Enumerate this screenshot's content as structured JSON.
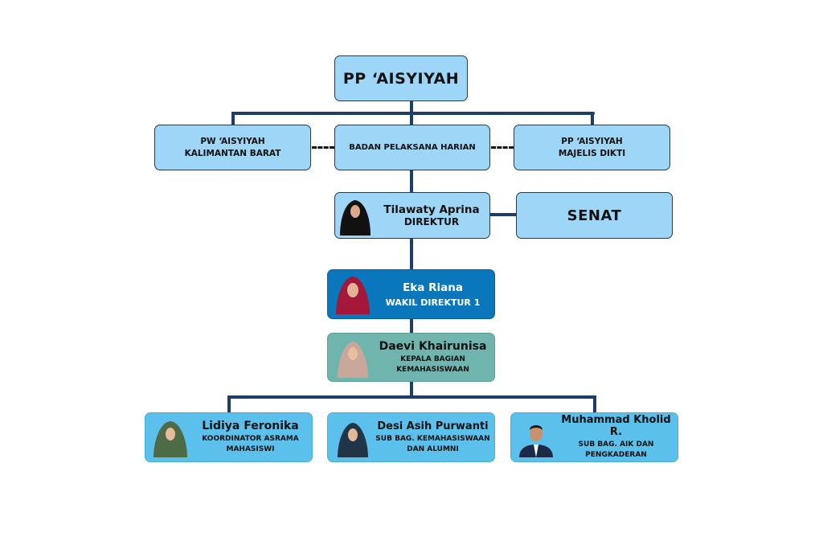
{
  "root": {
    "label": "PP ‘AISYIYAH"
  },
  "level2": [
    {
      "line1": "PW ‘AISYIYAH",
      "line2": "KALIMANTAN BARAT"
    },
    {
      "line1": "BADAN PELAKSANA HARIAN"
    },
    {
      "line1": "PP ‘AISYIYAH",
      "line2": "MAJELIS DIKTI"
    }
  ],
  "director": {
    "name": "Tilawaty Aprina",
    "role": "DIREKTUR"
  },
  "senat": {
    "label": "SENAT"
  },
  "vice": {
    "name": "Eka Riana",
    "role": "WAKIL DIREKTUR 1"
  },
  "head": {
    "name": "Daevi Khairunisa",
    "role1": "KEPALA BAGIAN",
    "role2": "KEMAHASISWAAN"
  },
  "staff": [
    {
      "name": "Lidiya Feronika",
      "role1": "KOORDINATOR ASRAMA",
      "role2": "MAHASISWI"
    },
    {
      "name": "Desi Asih Purwanti",
      "role1": "SUB BAG. KEMAHASISWAAN",
      "role2": "DAN ALUMNI"
    },
    {
      "name": "Muhammad Kholid R.",
      "role1": "SUB BAG. AIK DAN",
      "role2": "PENGKADERAN"
    }
  ],
  "colors": {
    "light": "#9dd6f7",
    "vice": "#0a76bb",
    "head": "#6fb5ae",
    "staff": "#5cc0ec",
    "connector": "#1d3d6b"
  }
}
